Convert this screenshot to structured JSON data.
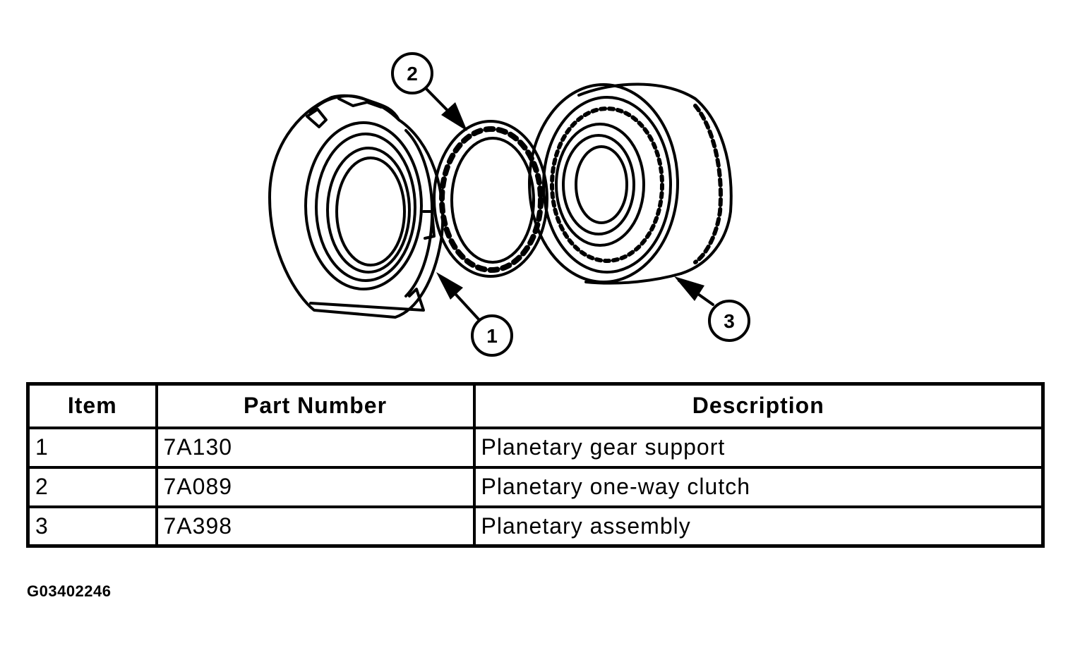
{
  "callouts": [
    {
      "id": "callout-1",
      "label": "1"
    },
    {
      "id": "callout-2",
      "label": "2"
    },
    {
      "id": "callout-3",
      "label": "3"
    }
  ],
  "table": {
    "headers": [
      "Item",
      "Part Number",
      "Description"
    ],
    "rows": [
      [
        "1",
        "7A130",
        "Planetary gear support"
      ],
      [
        "2",
        "7A089",
        "Planetary one-way clutch"
      ],
      [
        "3",
        "7A398",
        "Planetary assembly"
      ]
    ]
  },
  "figure_id": "G03402246"
}
